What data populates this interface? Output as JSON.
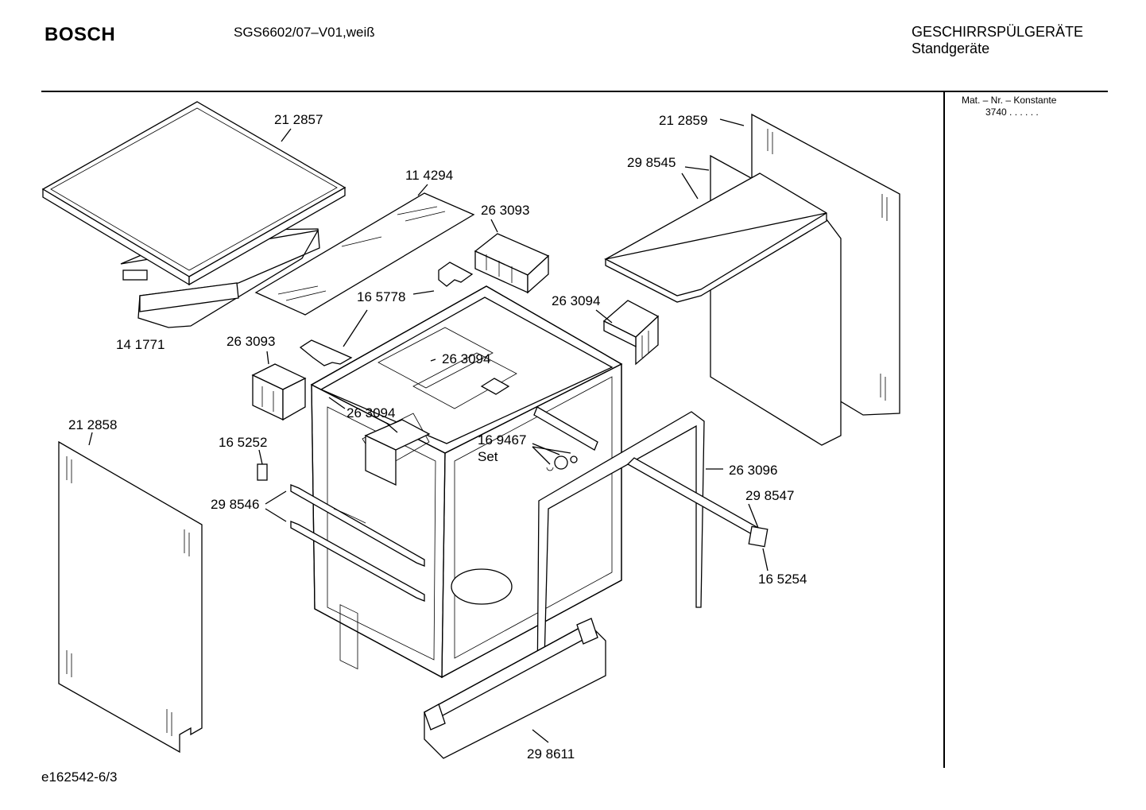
{
  "header": {
    "brand": "BOSCH",
    "model": "SGS6602/07–V01,weiß",
    "category_line1": "GESCHIRRSPÜLGERÄTE",
    "category_line2": "Standgeräte"
  },
  "side_panel": {
    "mat_label": "Mat. – Nr. – Konstante",
    "mat_value": "3740  .  .  .  .  .  ."
  },
  "footer": {
    "drawing_id": "e162542-6/3"
  },
  "parts": {
    "p212857": "21 2857",
    "p114294": "11 4294",
    "p263093a": "26 3093",
    "p165778": "16 5778",
    "p141771": "14 1771",
    "p263093b": "26 3093",
    "p263094a": "26 3094",
    "p263094b": "26 3094",
    "p263094c": "26 3094",
    "p212859": "21 2859",
    "p298545": "29 8545",
    "p212858": "21 2858",
    "p165252": "16 5252",
    "p169467": "16 9467",
    "p169467set": "Set",
    "p263096": "26 3096",
    "p298547": "29 8547",
    "p298546": "29 8546",
    "p165254": "16 5254",
    "p298611": "29 8611"
  }
}
